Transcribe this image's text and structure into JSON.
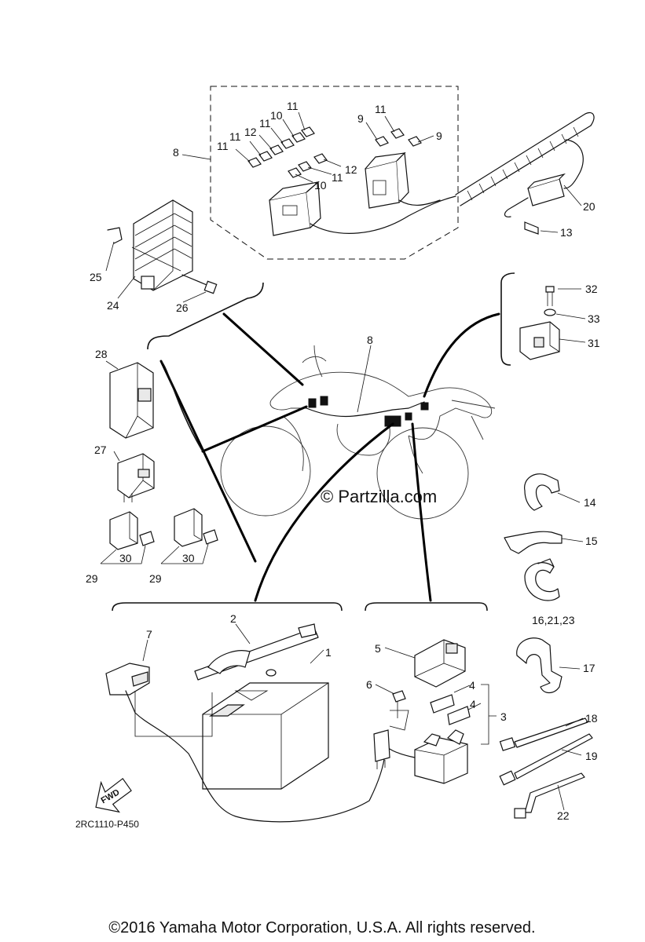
{
  "diagram_code": "2RC1110-P450",
  "copyright": "©2016 Yamaha Motor Corporation, U.S.A. All rights reserved.",
  "watermark": "© Partzilla.com",
  "fwd_label": "FWD",
  "callouts": {
    "c1": "1",
    "c2": "2",
    "c3": "3",
    "c4a": "4",
    "c4b": "4",
    "c5": "5",
    "c6": "6",
    "c7": "7",
    "c8a": "8",
    "c8b": "8",
    "c9a": "9",
    "c9b": "9",
    "c10a": "10",
    "c10b": "10",
    "c11a": "11",
    "c11b": "11",
    "c11c": "11",
    "c11d": "11",
    "c11e": "11",
    "c11f": "11",
    "c12a": "12",
    "c12b": "12",
    "c13": "13",
    "c14": "14",
    "c15": "15",
    "c16": "16,21,23",
    "c17": "17",
    "c18": "18",
    "c19": "19",
    "c20": "20",
    "c22": "22",
    "c24": "24",
    "c25": "25",
    "c26": "26",
    "c27": "27",
    "c28": "28",
    "c29a": "29",
    "c29b": "29",
    "c30a": "30",
    "c30b": "30",
    "c31": "31",
    "c32": "32",
    "c33": "33"
  }
}
